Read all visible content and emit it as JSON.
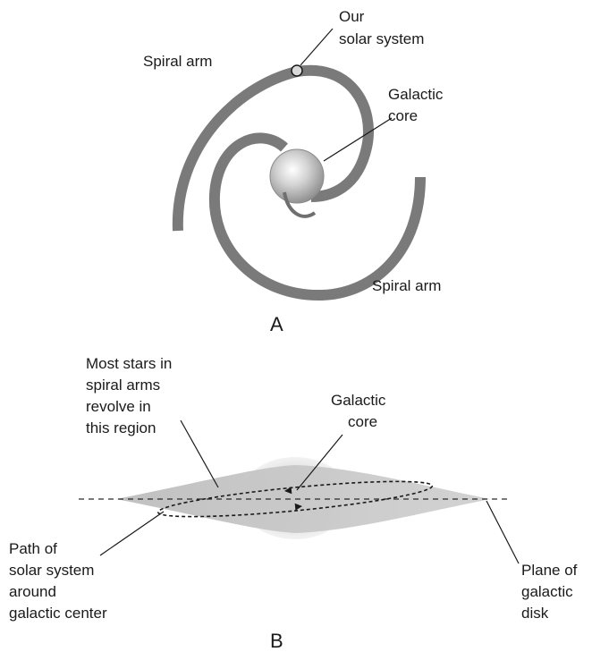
{
  "panel_a": {
    "label": "A",
    "labels": {
      "solar_system_line1": "Our",
      "solar_system_line2": "solar system",
      "spiral_arm_top": "Spiral arm",
      "galactic_core_line1": "Galactic",
      "galactic_core_line2": "core",
      "spiral_arm_bottom": "Spiral arm"
    }
  },
  "panel_b": {
    "label": "B",
    "labels": {
      "stars_line1": "Most stars in",
      "stars_line2": "spiral arms",
      "stars_line3": "revolve in",
      "stars_line4": "this region",
      "galactic_core_line1": "Galactic",
      "galactic_core_line2": "core",
      "path_line1": "Path of",
      "path_line2": "solar system",
      "path_line3": "around",
      "path_line4": "galactic center",
      "plane_line1": "Plane of",
      "plane_line2": "galactic",
      "plane_line3": "disk"
    }
  },
  "colors": {
    "spiral_arm": "#7a7a7a",
    "disk": "#c8c8c8",
    "text": "#1a1a1a"
  }
}
